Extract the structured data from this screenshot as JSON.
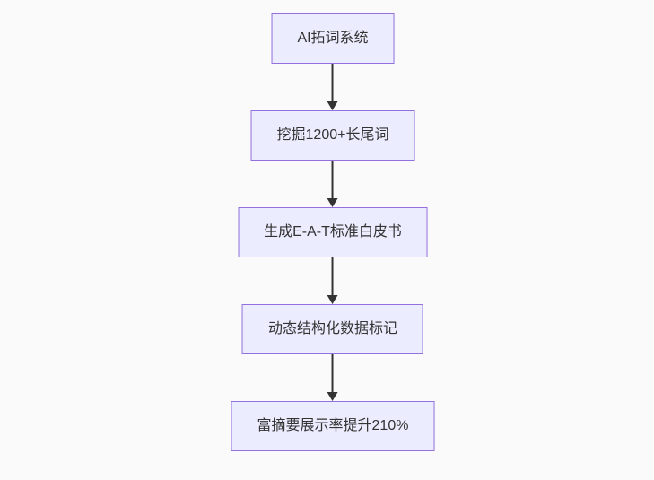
{
  "diagram": {
    "type": "flowchart-top-down",
    "nodes": [
      {
        "id": "node-1",
        "label": "AI拓词系统"
      },
      {
        "id": "node-2",
        "label": "挖掘1200+长尾词"
      },
      {
        "id": "node-3",
        "label": "生成E-A-T标准白皮书"
      },
      {
        "id": "node-4",
        "label": "动态结构化数据标记"
      },
      {
        "id": "node-5",
        "label": "富摘要展示率提升210%"
      }
    ],
    "edges": [
      {
        "from": "node-1",
        "to": "node-2"
      },
      {
        "from": "node-2",
        "to": "node-3"
      },
      {
        "from": "node-3",
        "to": "node-4"
      },
      {
        "from": "node-4",
        "to": "node-5"
      }
    ],
    "colors": {
      "background": "#fafafa",
      "node_fill": "#ECECFF",
      "node_border": "#9370DB",
      "arrow": "#333333",
      "text": "#333333"
    }
  }
}
